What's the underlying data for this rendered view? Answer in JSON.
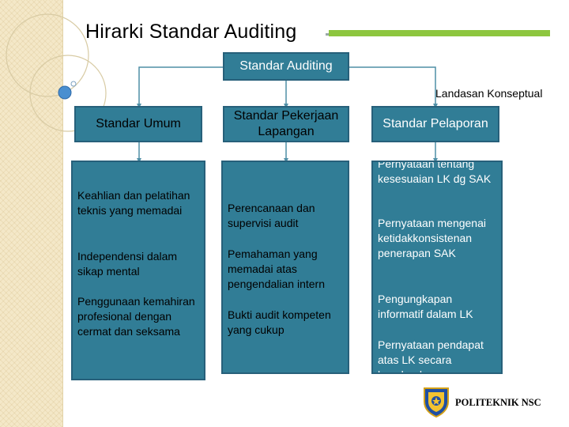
{
  "title": "Hirarki Standar Auditing",
  "root_label": "Standar Auditing",
  "side_label": "Landasan Konseptual",
  "categories": [
    {
      "label": "Standar Umum"
    },
    {
      "label": "Standar Pekerjaan Lapangan"
    },
    {
      "label": "Standar Pelaporan"
    }
  ],
  "columns": [
    {
      "items": [
        "Keahlian dan pelatihan teknis yang memadai",
        "Independensi dalam sikap mental",
        "Penggunaan kemahiran profesional dengan cermat dan seksama"
      ]
    },
    {
      "items": [
        "Perencanaan dan supervisi audit",
        "Pemahaman yang memadai atas pengendalian intern",
        "Bukti audit kompeten yang cukup"
      ]
    },
    {
      "items": [
        "Pernyataan tentang kesesuaian LK dg SAK",
        "Pernyataan mengenai ketidakkonsistenan penerapan SAK",
        "Pengungkapan informatif dalam LK",
        "Pernyataan pendapat atas LK secara keseluruhan"
      ]
    }
  ],
  "footer_label": "POLITEKNIK NSC",
  "colors": {
    "box_fill": "#317d96",
    "box_border": "#27607a",
    "accent_bar": "#8dc63f",
    "side_strip": "#f4e8c8"
  }
}
